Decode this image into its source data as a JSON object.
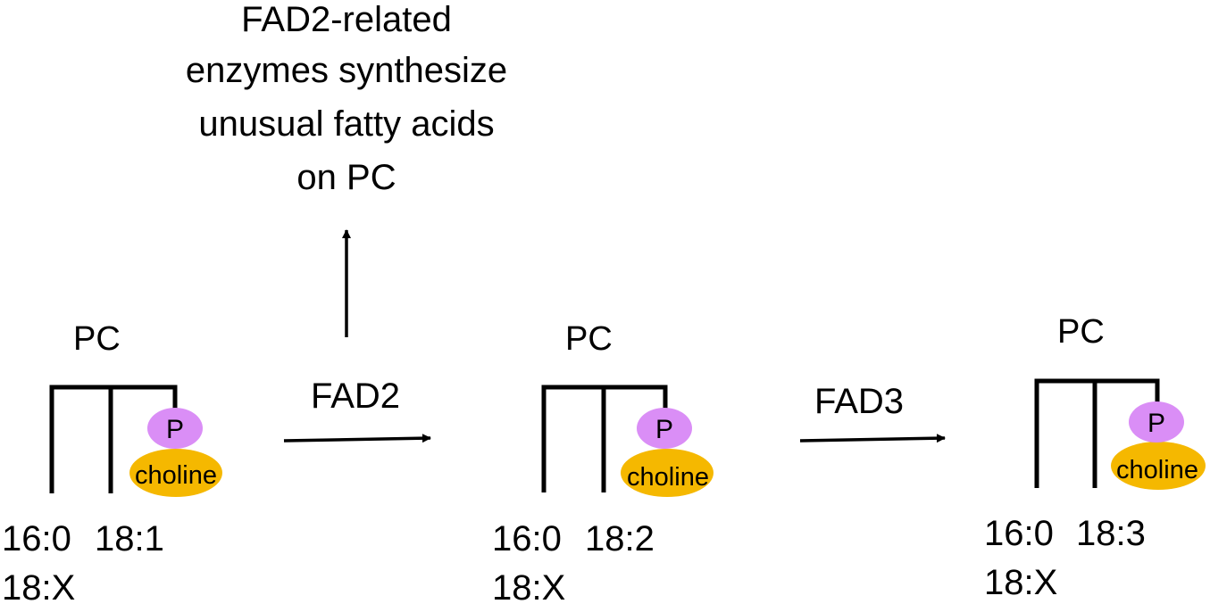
{
  "note": {
    "lines": [
      "FAD2-related",
      "enzymes synthesize",
      "unusual fatty acids",
      "on PC"
    ]
  },
  "colors": {
    "phosphate": "#da8ef6",
    "choline": "#f5b800",
    "line": "#000000"
  },
  "molecules": [
    {
      "title": "PC",
      "phosphate": "P",
      "headgroup": "choline",
      "fa1": "16:0",
      "fa2": "18:1",
      "fa3": "18:X"
    },
    {
      "title": "PC",
      "phosphate": "P",
      "headgroup": "choline",
      "fa1": "16:0",
      "fa2": "18:2",
      "fa3": "18:X"
    },
    {
      "title": "PC",
      "phosphate": "P",
      "headgroup": "choline",
      "fa1": "16:0",
      "fa2": "18:3",
      "fa3": "18:X"
    }
  ],
  "enzymes": [
    {
      "label": "FAD2"
    },
    {
      "label": "FAD3"
    }
  ]
}
